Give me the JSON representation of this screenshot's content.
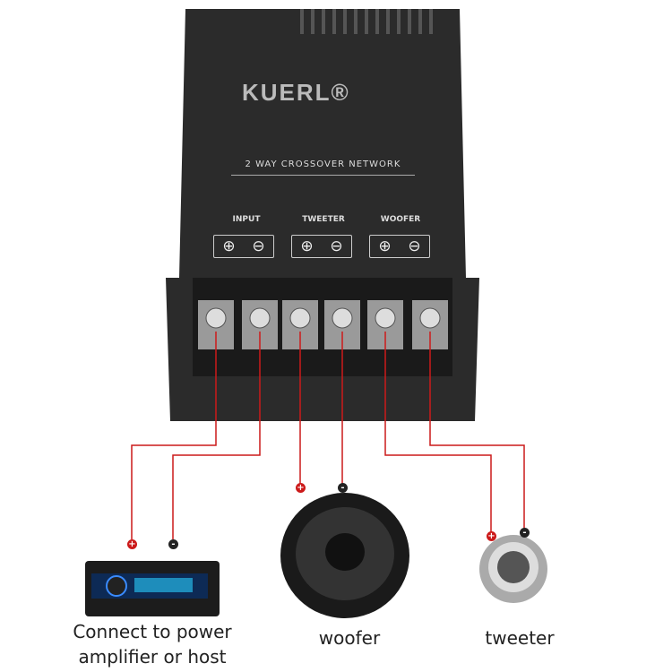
{
  "device": {
    "brand": "KUERL®",
    "title": "2 WAY CROSSOVER NETWORK",
    "groups": [
      {
        "label": "INPUT"
      },
      {
        "label": "TWEETER"
      },
      {
        "label": "WOOFER"
      }
    ],
    "plus": "⊕",
    "minus": "⊖"
  },
  "wiring": {
    "wire_color": "#cc1a1a",
    "plus_sign": "+",
    "minus_sign": "-"
  },
  "labels": {
    "host_line1": "Connect to power",
    "host_line2": "amplifier or host",
    "woofer": "woofer",
    "tweeter": "tweeter"
  }
}
